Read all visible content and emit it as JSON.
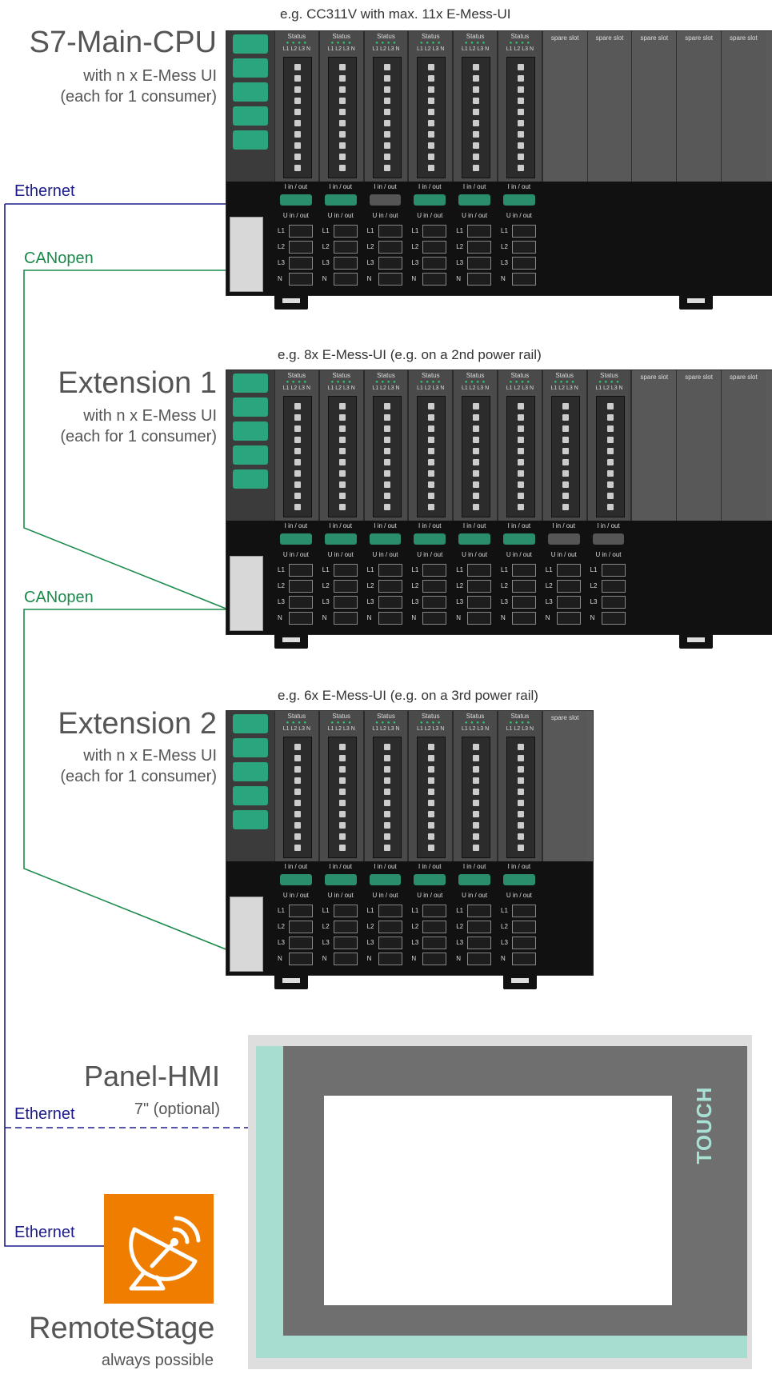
{
  "main": {
    "caption": "e.g. CC311V with max. 11x E-Mess-UI",
    "title": "S7-Main-CPU",
    "subtitle1": "with n x E-Mess UI",
    "subtitle2": "(each for 1 consumer)"
  },
  "ext1": {
    "caption": "e.g. 8x E-Mess-UI (e.g. on a 2nd power rail)",
    "title": "Extension 1",
    "subtitle1": "with n x E-Mess UI",
    "subtitle2": "(each for 1 consumer)"
  },
  "ext2": {
    "caption": "e.g. 6x E-Mess-UI (e.g. on a 3rd power rail)",
    "title": "Extension 2",
    "subtitle1": "with n x E-Mess UI",
    "subtitle2": "(each for 1 consumer)"
  },
  "links": {
    "ethernet_main": "Ethernet",
    "canopen_1": "CANopen",
    "canopen_2": "CANopen",
    "ethernet_hmi": "Ethernet",
    "ethernet_rs": "Ethernet"
  },
  "module": {
    "status": "Status",
    "leds": "● ● ● ●",
    "phases": "L1 L2 L3 N",
    "spare": "spare slot",
    "iinout": "I in / out",
    "uinout": "U in / out",
    "row_labels": [
      "L1",
      "L2",
      "L3",
      "N"
    ]
  },
  "hmi": {
    "title": "Panel-HMI",
    "subtitle": "7\" (optional)",
    "touch": "TOUCH"
  },
  "remote": {
    "title": "RemoteStage",
    "subtitle": "always possible",
    "icon": "satellite-dish-icon"
  },
  "colors": {
    "ethernet": "#1c1c8c",
    "canopen": "#1a8a4a",
    "brand_green": "#2aa57e",
    "remote_orange": "#ef7d00"
  }
}
